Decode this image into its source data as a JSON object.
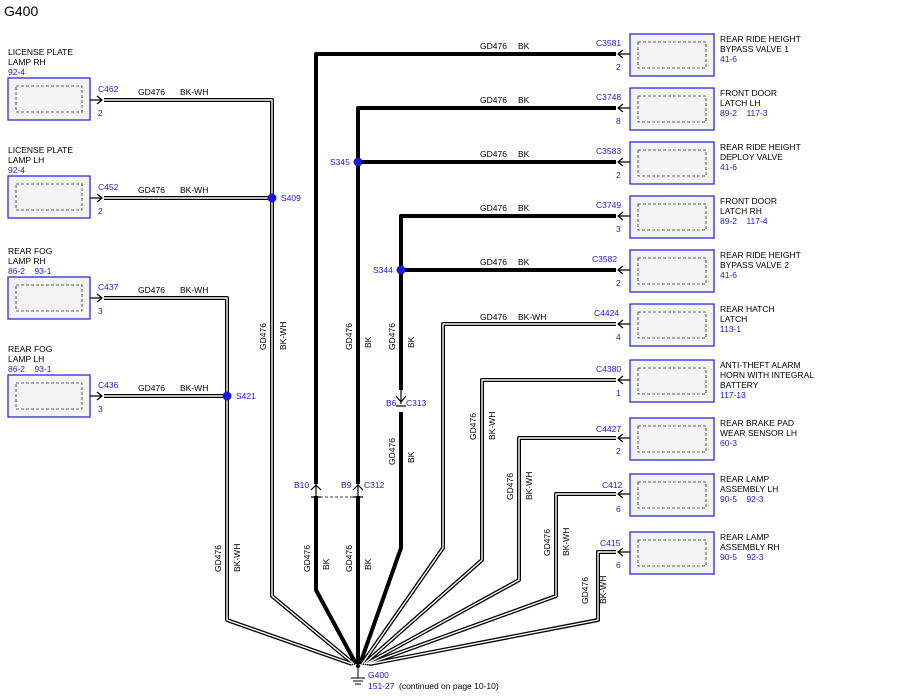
{
  "title": "G400",
  "ground": {
    "name": "G400",
    "ref": "151-27",
    "note": "(continued on page 10-10)"
  },
  "circuit": "GD476",
  "colors": {
    "wire_bk": "#000000",
    "wire_bkwh_outline": "#000000",
    "blue": "#1a1ad6"
  },
  "splices": {
    "s409": "S409",
    "s421": "S421",
    "s345": "S345",
    "s344": "S344"
  },
  "inline": {
    "c313": "C313",
    "c313_pin": "B6",
    "c312": "C312",
    "c312_pin_a": "B10",
    "c312_pin_b": "B9"
  },
  "left_components": [
    {
      "name1": "LICENSE PLATE",
      "name2": "LAMP RH",
      "ref": "92-4",
      "connector": "C462",
      "pin": "2",
      "circuit": "GD476",
      "color": "BK-WH"
    },
    {
      "name1": "LICENSE PLATE",
      "name2": "LAMP LH",
      "ref": "92-4",
      "connector": "C452",
      "pin": "2",
      "circuit": "GD476",
      "color": "BK-WH"
    },
    {
      "name1": "REAR FOG",
      "name2": "LAMP RH",
      "ref": "86-2    93-1",
      "connector": "C437",
      "pin": "3",
      "circuit": "GD476",
      "color": "BK-WH"
    },
    {
      "name1": "REAR FOG",
      "name2": "LAMP LH",
      "ref": "86-2    93-1",
      "connector": "C436",
      "pin": "3",
      "circuit": "GD476",
      "color": "BK-WH"
    }
  ],
  "right_components": [
    {
      "name1": "REAR RIDE HEIGHT",
      "name2": "BYPASS VALVE 1",
      "name3": "",
      "ref": "41-6",
      "connector": "C3581",
      "pin": "2",
      "circuit": "GD476",
      "color": "BK"
    },
    {
      "name1": "FRONT DOOR",
      "name2": "LATCH LH",
      "name3": "",
      "ref": "89-2    117-3",
      "connector": "C3748",
      "pin": "8",
      "circuit": "GD476",
      "color": "BK"
    },
    {
      "name1": "REAR RIDE HEIGHT",
      "name2": "DEPLOY VALVE",
      "name3": "",
      "ref": "41-6",
      "connector": "C3583",
      "pin": "2",
      "circuit": "GD476",
      "color": "BK"
    },
    {
      "name1": "FRONT DOOR",
      "name2": "LATCH RH",
      "name3": "",
      "ref": "89-2    117-4",
      "connector": "C3749",
      "pin": "3",
      "circuit": "GD476",
      "color": "BK"
    },
    {
      "name1": "REAR RIDE HEIGHT",
      "name2": "BYPASS VALVE 2",
      "name3": "",
      "ref": "41-6",
      "connector": "C3582",
      "pin": "2",
      "circuit": "GD476",
      "color": "BK"
    },
    {
      "name1": "REAR HATCH",
      "name2": "LATCH",
      "name3": "",
      "ref": "113-1",
      "connector": "C4424",
      "pin": "4",
      "circuit": "GD476",
      "color": "BK-WH"
    },
    {
      "name1": "ANTI-THEFT ALARM",
      "name2": "HORN WITH INTEGRAL",
      "name3": "BATTERY",
      "ref": "117-13",
      "connector": "C4380",
      "pin": "1",
      "circuit": "",
      "color": ""
    },
    {
      "name1": "REAR BRAKE PAD",
      "name2": "WEAR SENSOR LH",
      "name3": "",
      "ref": "60-3",
      "connector": "C4427",
      "pin": "2",
      "circuit": "",
      "color": ""
    },
    {
      "name1": "REAR LAMP",
      "name2": "ASSEMBLY LH",
      "name3": "",
      "ref": "90-5    92-3",
      "connector": "C412",
      "pin": "6",
      "circuit": "",
      "color": ""
    },
    {
      "name1": "REAR LAMP",
      "name2": "ASSEMBLY RH",
      "name3": "",
      "ref": "90-5    92-3",
      "connector": "C415",
      "pin": "6",
      "circuit": "",
      "color": ""
    }
  ],
  "vertical_labels": {
    "s409_down": {
      "circuit": "GD476",
      "color": "BK-WH"
    },
    "s345_down": {
      "circuit": "GD476",
      "color": "BK"
    },
    "s344_down": {
      "circuit": "GD476",
      "color": "BK"
    },
    "c313_down": {
      "circuit": "GD476",
      "color": "BK"
    },
    "s421_down": {
      "circuit": "GD476",
      "color": "BK-WH"
    },
    "b10_down": {
      "circuit": "GD476",
      "color": "BK"
    },
    "b9_down": {
      "circuit": "GD476",
      "color": "BK"
    },
    "c4380_down": {
      "circuit": "GD476",
      "color": "BK-WH"
    },
    "c4427_down": {
      "circuit": "GD476",
      "color": "BK-WH"
    },
    "c412_down": {
      "circuit": "GD476",
      "color": "BK-WH"
    },
    "c415_down": {
      "circuit": "GD476",
      "color": "BK-WH"
    }
  }
}
